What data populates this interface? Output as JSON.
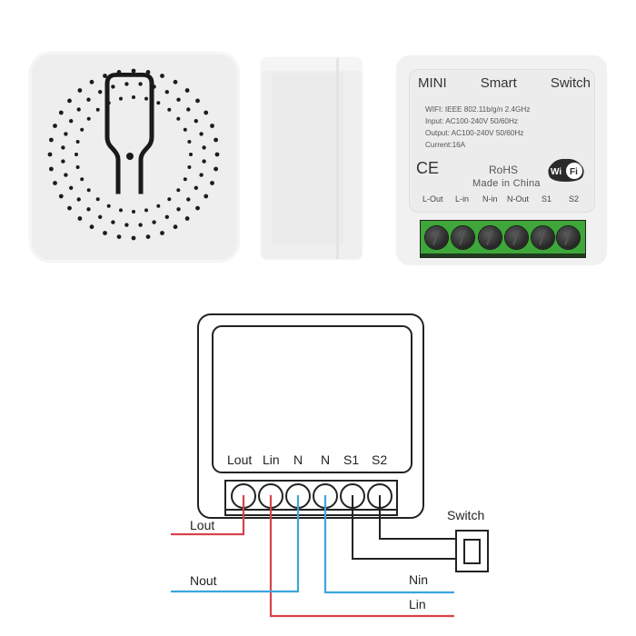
{
  "product_photos": {
    "front": {
      "description": "front face with speaker-style dot ring and pairing button icon"
    },
    "side": {
      "description": "side profile of module"
    },
    "back": {
      "title_words": [
        "MINI",
        "Smart",
        "Switch"
      ],
      "specs": [
        "WIFI: IEEE 802.11b/g/n 2.4GHz",
        "Input: AC100-240V 50/60Hz",
        "Output:  AC100-240V 50/60Hz",
        "Current:16A"
      ],
      "ce_mark": "CE",
      "rohs": "RoHS",
      "made_in": "Made in China",
      "wifi_logo": {
        "left": "Wi",
        "right": "Fi"
      },
      "terminal_labels": [
        "L-Out",
        "L-in",
        "N-in",
        "N-Out",
        "S1",
        "S2"
      ],
      "terminal_color": "#3fa63a"
    }
  },
  "wiring_diagram": {
    "terminal_labels": [
      "Lout",
      "Lin",
      "N",
      "N",
      "S1",
      "S2"
    ],
    "wire_labels": {
      "lout": "Lout",
      "nout": "Nout",
      "nin": "Nin",
      "lin": "Lin",
      "switch": "Switch"
    },
    "colors": {
      "live": "#d9414a",
      "neutral": "#3aa6dc",
      "switch": "#222222",
      "outline": "#222222"
    }
  }
}
